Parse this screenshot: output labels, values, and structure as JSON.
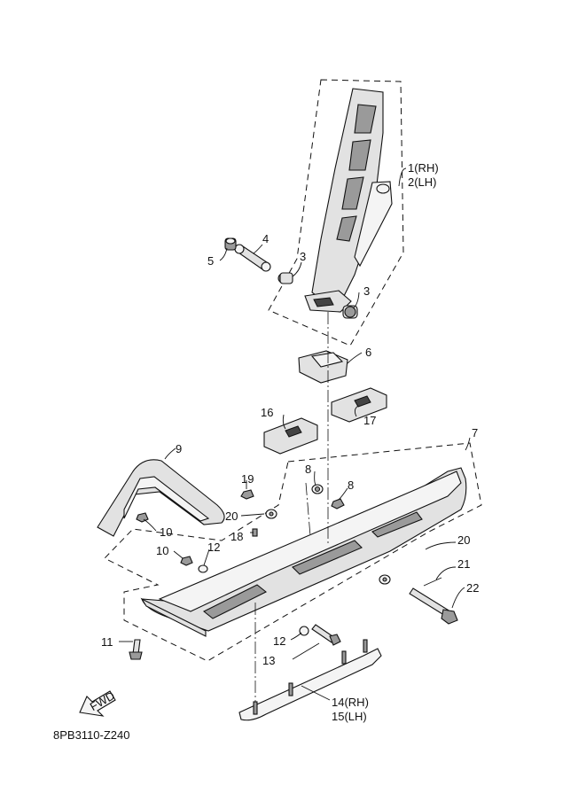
{
  "diagram": {
    "code": "8PB3110-Z240",
    "fwd_label": "FWD",
    "labels": {
      "p1": "1(RH)",
      "p2": "2(LH)",
      "p3a": "3",
      "p3b": "3",
      "p4": "4",
      "p5": "5",
      "p6": "6",
      "p7": "7",
      "p8a": "8",
      "p8b": "8",
      "p9": "9",
      "p10a": "10",
      "p10b": "10",
      "p11": "11",
      "p12a": "12",
      "p12b": "12",
      "p13": "13",
      "p14": "14(RH)",
      "p15": "15(LH)",
      "p16": "16",
      "p17": "17",
      "p18": "18",
      "p19": "19",
      "p20a": "20",
      "p20b": "20",
      "p21": "21",
      "p22": "22"
    }
  }
}
